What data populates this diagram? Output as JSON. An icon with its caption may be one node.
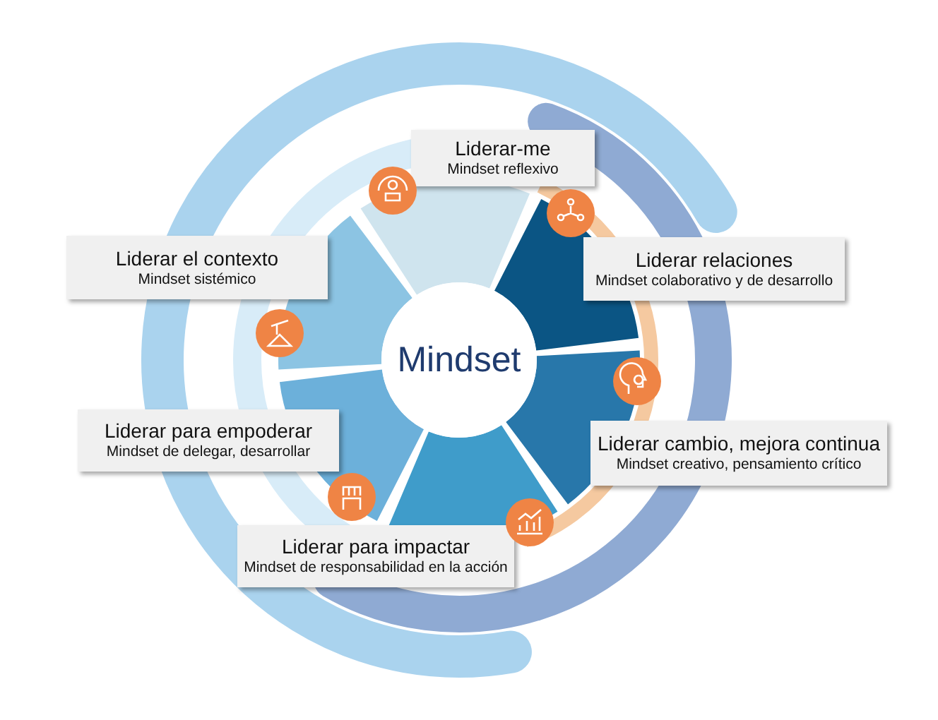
{
  "diagram": {
    "nodes": [
      {
        "text": [
          "Mindset"
        ]
      },
      {
        "text": [
          "Liderar-me",
          "Mindset reflexivo"
        ]
      },
      {
        "text": [
          "Liderar el contexto",
          "Mindset sistémico"
        ]
      },
      {
        "text": [
          "Liderar relaciones",
          "Mindset colaborativo y de desarrollo"
        ]
      },
      {
        "text": [
          "Liderar para empoderar",
          "Mindset de delegar, desarrollar"
        ]
      },
      {
        "text": [
          "Liderar cambio, mejora continua",
          "Mindset creativo, pensamiento crítico"
        ]
      },
      {
        "text": [
          "Liderar para impactar",
          "Mindset de responsabilidad en la acción"
        ]
      }
    ]
  }
}
